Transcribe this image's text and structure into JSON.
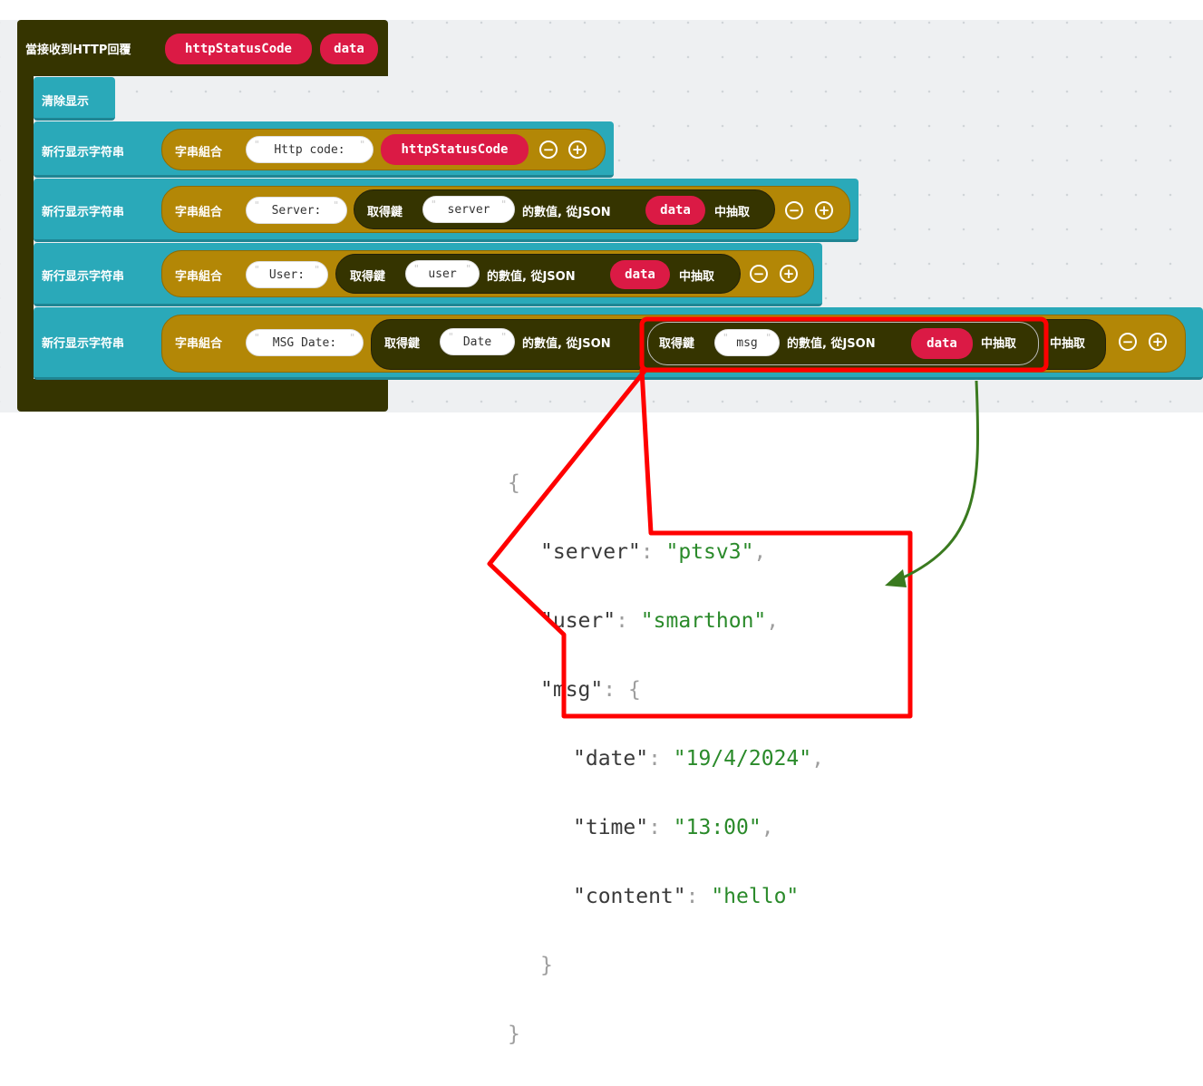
{
  "event": {
    "title": "當接收到HTTP回覆",
    "param1": "httpStatusCode",
    "param2": "data"
  },
  "clear": {
    "label": "清除显示"
  },
  "rows": [
    {
      "label": "新行显示字符串",
      "join": "字串組合",
      "str": "Http code:",
      "var": "httpStatusCode"
    },
    {
      "label": "新行显示字符串",
      "join": "字串組合",
      "str": "Server:",
      "get": "取得鍵",
      "key": "server",
      "from": "的數值, 從JSON",
      "src": "data",
      "extract": "中抽取"
    },
    {
      "label": "新行显示字符串",
      "join": "字串組合",
      "str": "User:",
      "get": "取得鍵",
      "key": "user",
      "from": "的數值, 從JSON",
      "src": "data",
      "extract": "中抽取"
    },
    {
      "label": "新行显示字符串",
      "join": "字串組合",
      "str": "MSG Date:",
      "get": "取得鍵",
      "key": "Date",
      "from": "的數值, 從JSON",
      "inner": {
        "get": "取得鍵",
        "key": "msg",
        "from": "的數值, 從JSON",
        "src": "data",
        "extract": "中抽取"
      },
      "extract": "中抽取"
    }
  ],
  "buttons": {
    "minus": "−",
    "plus": "+"
  },
  "json_lines": {
    "open": "{",
    "server_key": "\"server\"",
    "server_val": "\"ptsv3\"",
    "user_key": "\"user\"",
    "user_val": "\"smarthon\"",
    "msg_key": "\"msg\"",
    "msg_open": "{",
    "date_key": "\"date\"",
    "date_val": "\"19/4/2024\"",
    "time_key": "\"time\"",
    "time_val": "\"13:00\"",
    "content_key": "\"content\"",
    "content_val": "\"hello\"",
    "inner_close": "}",
    "close": "}",
    "colon": ": ",
    "comma": ","
  },
  "colors": {
    "highlight": "#ff0000",
    "arrow": "#3a7a1f",
    "event": "#353400",
    "text_block": "#2aa9b9",
    "join": "#b38706",
    "variable": "#db1a45"
  }
}
